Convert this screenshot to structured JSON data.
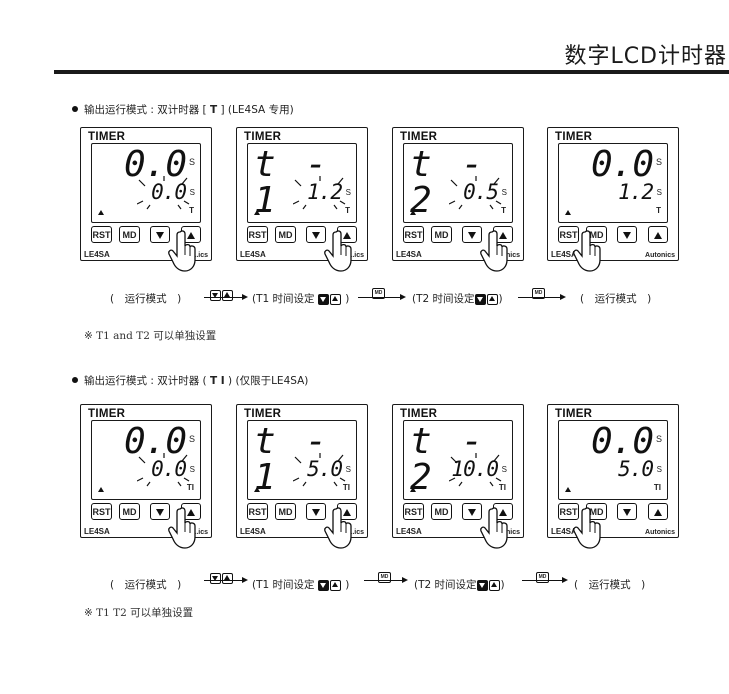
{
  "page_title": "数字LCD计时器",
  "sections": [
    {
      "heading_prefix": "输出运行模式 : 双计时器 [ ",
      "heading_mode": "T",
      "heading_suffix": " ] (LE4SA 专用)",
      "note": "※ T1 and T2 可以单独设置",
      "devices": [
        {
          "label": "TIMER",
          "main": "0.0",
          "main_unit": "S",
          "sub": "0.0",
          "sub_unit": "S",
          "tag": "T",
          "model": "LE4SA",
          "brand": "Au..ics"
        },
        {
          "label": "TIMER",
          "main": "t - 1",
          "main_unit": "",
          "sub": "1.2",
          "sub_unit": "S",
          "tag": "T",
          "model": "LE4SA",
          "brand": "A..ics"
        },
        {
          "label": "TIMER",
          "main": "t - 2",
          "main_unit": "",
          "sub": "0.5",
          "sub_unit": "S",
          "tag": "T",
          "model": "LE4SA",
          "brand": "Autonics"
        },
        {
          "label": "TIMER",
          "main": "0.0",
          "main_unit": "S",
          "sub": "1.2",
          "sub_unit": "S",
          "tag": "T",
          "model": "LE4SA",
          "brand": "Autonics"
        }
      ],
      "flow": [
        "(　运行模式　)",
        "(T1 时间设定",
        ")",
        "(T2 时间设定",
        ")",
        "(　运行模式　)"
      ]
    },
    {
      "heading_prefix": "输出运行模式 : 双计时器 ( ",
      "heading_mode": "T I",
      "heading_suffix": " ) (仅限于LE4SA)",
      "note": "※ T1 T2 可以单独设置",
      "devices": [
        {
          "label": "TIMER",
          "main": "0.0",
          "main_unit": "S",
          "sub": "0.0",
          "sub_unit": "S",
          "tag": "TI",
          "model": "LE4SA",
          "brand": "Au..ics"
        },
        {
          "label": "TIMER",
          "main": "t - 1",
          "main_unit": "",
          "sub": "5.0",
          "sub_unit": "S",
          "tag": "TI",
          "model": "LE4SA",
          "brand": "A..ics"
        },
        {
          "label": "TIMER",
          "main": "t - 2",
          "main_unit": "",
          "sub": "10.0",
          "sub_unit": "S",
          "tag": "TI",
          "model": "LE4SA",
          "brand": "Autonics"
        },
        {
          "label": "TIMER",
          "main": "0.0",
          "main_unit": "S",
          "sub": "5.0",
          "sub_unit": "S",
          "tag": "TI",
          "model": "LE4SA",
          "brand": "Autonics"
        }
      ],
      "flow": [
        "(　运行模式　)",
        "(T1 时间设定",
        ")",
        "(T2 时间设定",
        ")",
        "(　运行模式　)"
      ]
    }
  ],
  "buttons": {
    "rst": "RST",
    "md": "MD",
    "md_icon": "MD"
  },
  "icons": [
    "down-arrow-key-icon",
    "up-arrow-key-icon",
    "md-key-icon",
    "pointing-hand-icon"
  ]
}
